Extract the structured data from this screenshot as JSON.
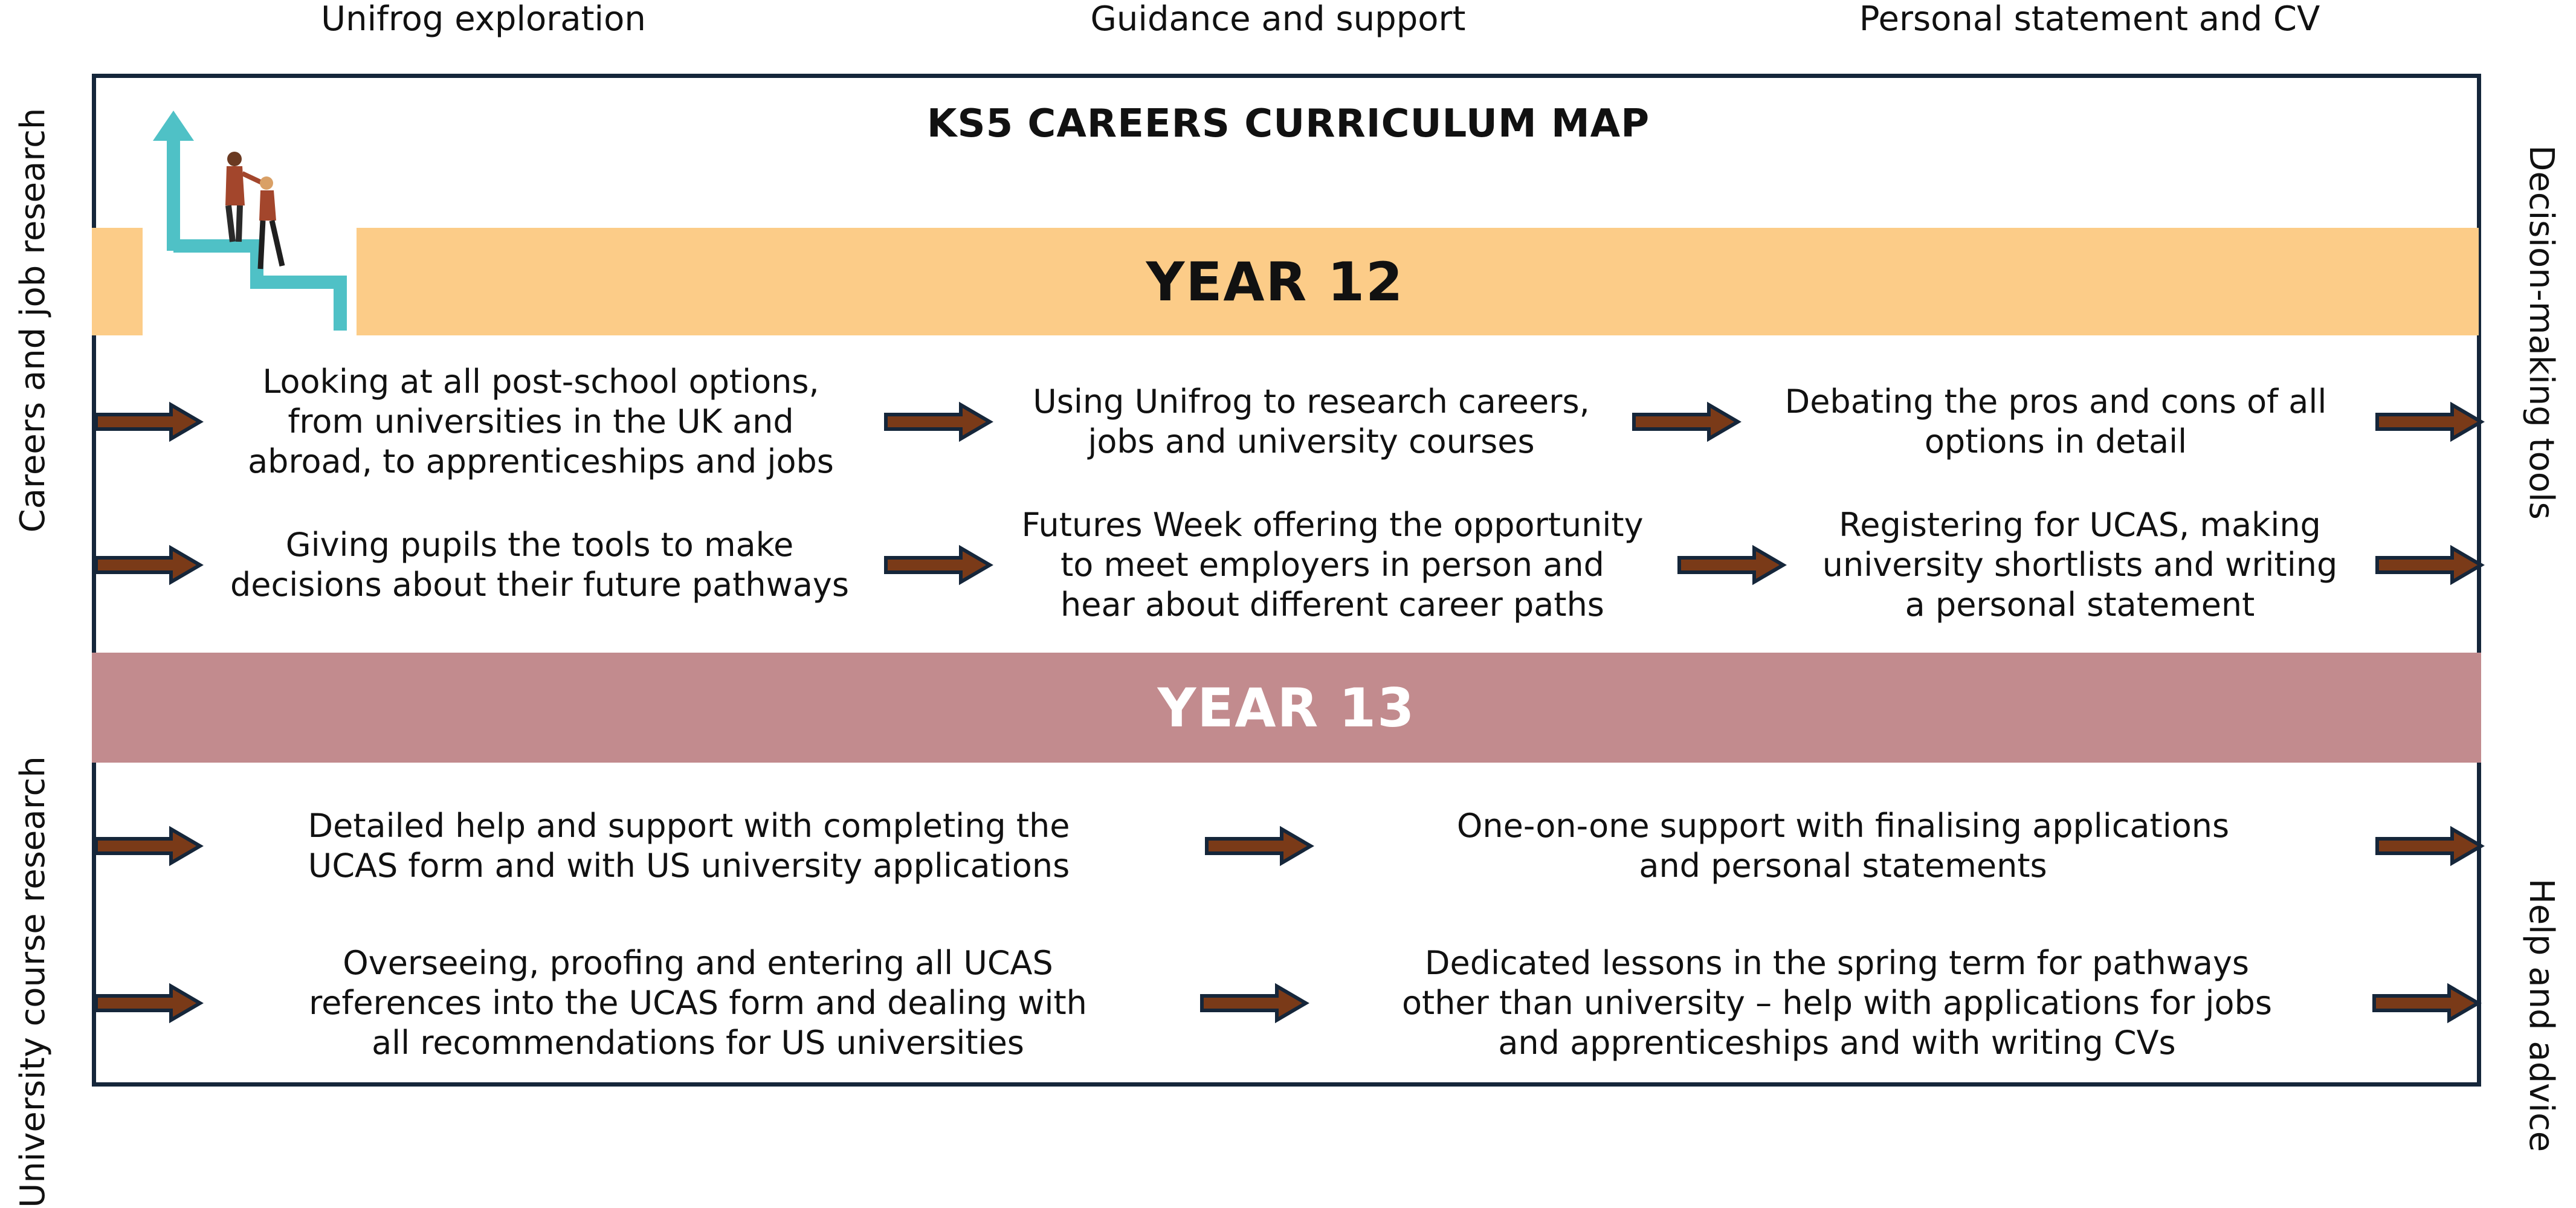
{
  "columns": [
    "Unifrog exploration",
    "Guidance and support",
    "Personal statement and CV"
  ],
  "side_labels": {
    "left_top": "Careers and job research",
    "left_bottom": "University course research",
    "right_top": "Decision-making tools",
    "right_bottom": "Help and advice"
  },
  "title": "KS5 CAREERS CURRICULUM MAP",
  "year12": {
    "label": "YEAR 12",
    "rows": [
      [
        "Looking at all post-school options,\nfrom universities in the UK and\nabroad, to apprenticeships and jobs",
        "Using Unifrog to research careers,\njobs and university courses",
        "Debating the pros and cons of all\noptions in detail"
      ],
      [
        "Giving pupils the tools to make\ndecisions about their future pathways",
        "Futures Week offering the opportunity\nto meet employers in person and\nhear about different career paths",
        "Registering for UCAS, making\nuniversity shortlists and writing\na personal statement"
      ]
    ]
  },
  "year13": {
    "label": "YEAR 13",
    "rows": [
      [
        "Detailed help and support with completing the\nUCAS form and with US university applications",
        "One-on-one support with finalising applications\nand personal statements"
      ],
      [
        "Overseeing, proofing and entering all UCAS\nreferences into the UCAS form and dealing with\nall recommendations for US universities",
        "Dedicated lessons in the spring term for pathways\nother than university – help with applications for jobs\nand apprenticeships and with writing CVs"
      ]
    ]
  },
  "icons": [
    "staircase-arrow-icon",
    "people-helping-icon",
    "right-arrow-icon"
  ],
  "colors": {
    "year12_band": "#fccc88",
    "year13_band": "#c28b8e",
    "frame": "#15263a",
    "arrow_fill": "#7a3a18",
    "stair_icon": "#4fc1c6"
  }
}
